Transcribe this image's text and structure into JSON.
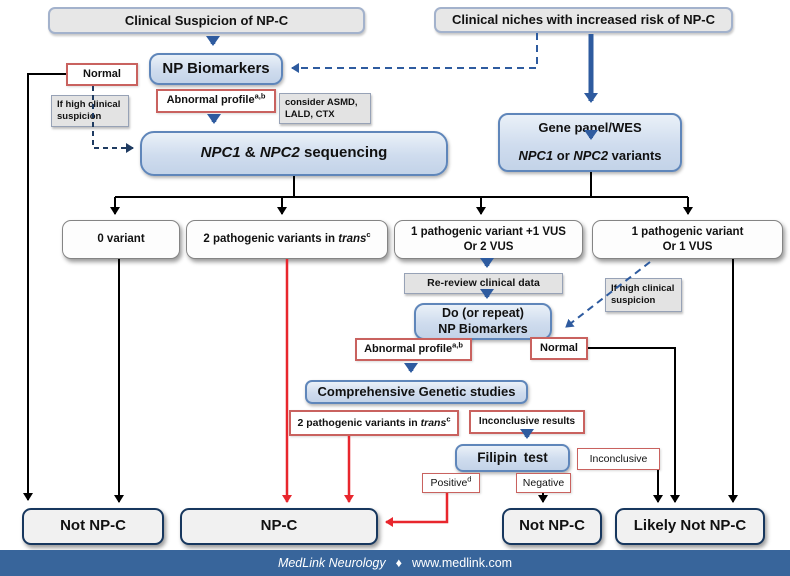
{
  "nodes": {
    "clinical_suspicion": "Clinical Suspicion of NP-C",
    "clinical_niches": "Clinical niches with increased risk of NP-C",
    "np_biomarkers": "NP Biomarkers",
    "normal_initial": "Normal",
    "high_clinical_suspicion_left": "If high clinical suspicion",
    "abnormal_profile_1": {
      "text": "Abnormal profile",
      "superscript": "a,b"
    },
    "consider_note": "consider ASMD, LALD, CTX",
    "sequencing": {
      "gene1": "NPC1",
      "joiner": " & ",
      "gene2": "NPC2",
      "rest": " sequencing"
    },
    "gene_panel": {
      "line1": "Gene panel/WES",
      "gene1": "NPC1",
      "joiner": " or ",
      "gene2": "NPC2",
      "rest": " variants"
    },
    "variant_0": "0 variant",
    "variants_2_trans_a": {
      "text": "2 pathogenic variants in ",
      "italic": "trans",
      "superscript": "c"
    },
    "variant_1_plus_vus": {
      "line1": "1 pathogenic variant +1 VUS",
      "line2": "Or 2 VUS"
    },
    "variant_1_or_1vus": {
      "line1": "1 pathogenic variant",
      "line2": "Or 1 VUS"
    },
    "rereview": "Re-review clinical data",
    "do_repeat": {
      "line1": "Do (or repeat)",
      "line2": "NP Biomarkers"
    },
    "high_clinical_suspicion_right": "If high clinical suspicion",
    "abnormal_profile_2": {
      "text": "Abnormal profile",
      "superscript": "a,b"
    },
    "normal_repeat": "Normal",
    "comprehensive": "Comprehensive Genetic studies",
    "variants_2_trans_b": {
      "text": "2 pathogenic variants in ",
      "italic": "trans",
      "superscript": "c"
    },
    "inconclusive_results": "Inconclusive results",
    "filipin_test": "Filipin test",
    "inconclusive": "Inconclusive",
    "positive": {
      "text": "Positive",
      "superscript": "d"
    },
    "negative": "Negative",
    "not_npc_left": "Not NP-C",
    "npc": "NP-C",
    "not_npc_right": "Not NP-C",
    "likely_not_npc": "Likely Not NP-C"
  },
  "footer": {
    "brand": "MedLink Neurology",
    "separator": "♦",
    "url": "www.medlink.com"
  },
  "colors": {
    "accent_blue": "#2e5b9f",
    "node_blue_fill": "#cfdcee",
    "node_blue_border": "#5f86ba",
    "red_outline": "#c9625f",
    "red_arrow": "#e8262d",
    "outcome_border": "#17375e",
    "footer_bar": "#38659b"
  }
}
